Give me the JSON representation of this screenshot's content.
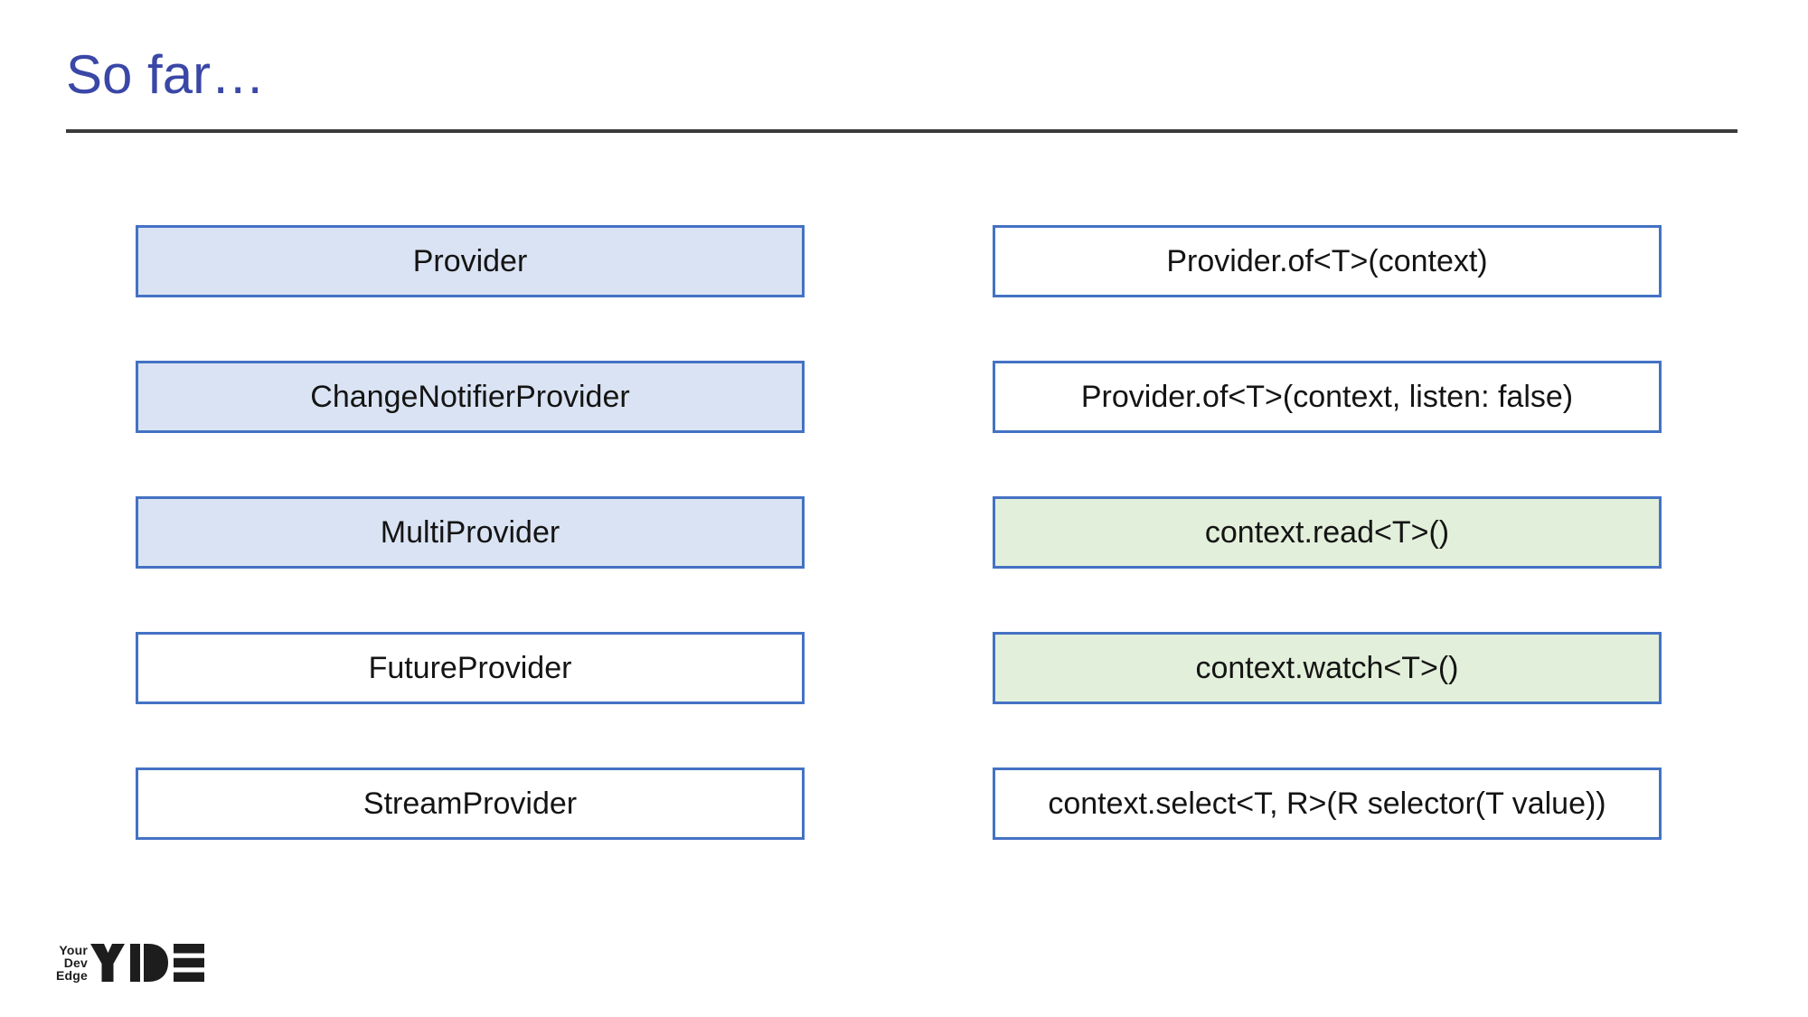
{
  "slide": {
    "title": "So far…"
  },
  "colors": {
    "title_blue": "#3a47a6",
    "divider_gray": "#3b3b3b",
    "border_blue": "#4472c4",
    "fill_blue": "#dae3f3",
    "fill_green": "#e2efda",
    "fill_white": "#ffffff",
    "text_dark": "#141414",
    "logo_black": "#1d1d1d"
  },
  "rows": [
    {
      "left": {
        "label": "Provider",
        "fill": "blue"
      },
      "right": {
        "label": "Provider.of<T>(context)",
        "fill": "white"
      }
    },
    {
      "left": {
        "label": "ChangeNotifierProvider",
        "fill": "blue"
      },
      "right": {
        "label": "Provider.of<T>(context, listen: false)",
        "fill": "white"
      }
    },
    {
      "left": {
        "label": "MultiProvider",
        "fill": "blue"
      },
      "right": {
        "label": "context.read<T>()",
        "fill": "green"
      }
    },
    {
      "left": {
        "label": "FutureProvider",
        "fill": "white"
      },
      "right": {
        "label": "context.watch<T>()",
        "fill": "green"
      }
    },
    {
      "left": {
        "label": "StreamProvider",
        "fill": "white"
      },
      "right": {
        "label": "context.select<T, R>(R selector(T value))",
        "fill": "white"
      }
    }
  ],
  "logo": {
    "tagline_lines": [
      "Your",
      "Dev",
      "Edge"
    ],
    "mark": "YDE"
  }
}
